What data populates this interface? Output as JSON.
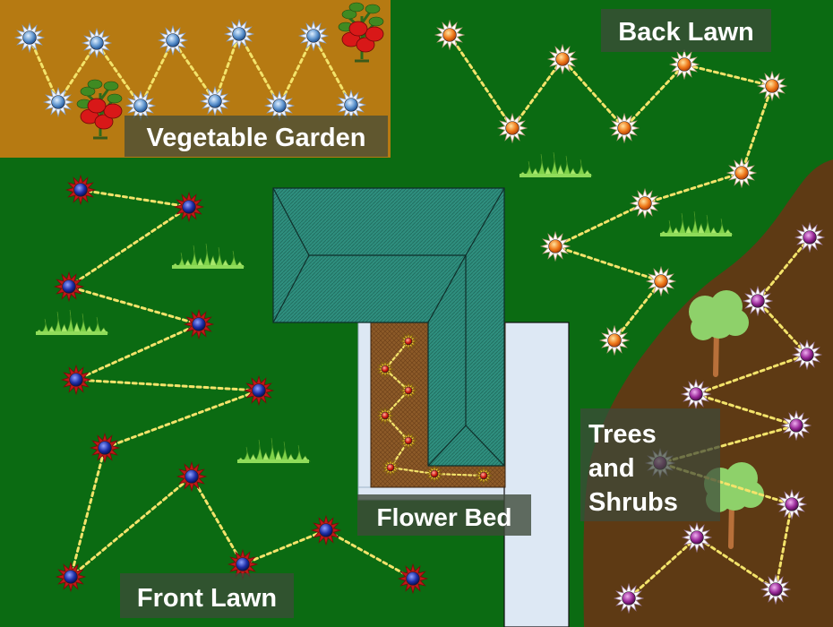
{
  "zones": {
    "vegetable_garden": {
      "label": "Vegetable Garden"
    },
    "back_lawn": {
      "label": "Back Lawn"
    },
    "front_lawn": {
      "label": "Front Lawn"
    },
    "flower_bed": {
      "label": "Flower Bed"
    },
    "trees_shrubs": {
      "label_lines": [
        "Trees",
        "and",
        "Shrubs"
      ]
    }
  },
  "colors": {
    "lawn": "#0b6b12",
    "garden_soil": "#b67a12",
    "tree_area_soil": "#5e3a14",
    "walkway": "#dde8f4",
    "roof": "#2c8a7a",
    "flower_bed_soil": "#8a5a2a",
    "label_bg": "#3f4a3a",
    "route_line": "#f3e36a",
    "sprinkler_veg": "#2d6fb8",
    "sprinkler_back": "#e3601a",
    "sprinkler_front": "#1a2b9a",
    "sprinkler_trees": "#8a1f8a",
    "sprinkler_flower": "#c01a1a"
  },
  "icons": [
    "sprinkler-head-icon",
    "tomato-plant-icon",
    "grass-tuft-icon",
    "tree-icon",
    "house-roof-icon"
  ]
}
